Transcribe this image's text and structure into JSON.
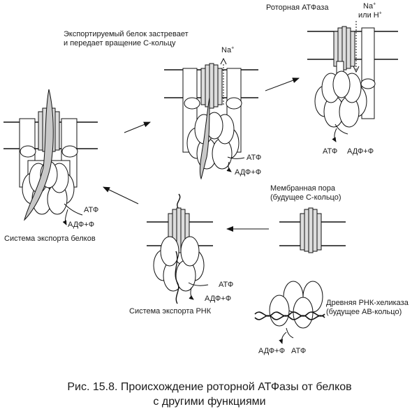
{
  "labels": {
    "rotary_atpase": "Роторная АТФаза",
    "na_top": "Na",
    "na_top_sup": "+",
    "or_h": "или H",
    "or_h_sup": "+",
    "export_stuck_line1": "Экспортируемый белок застревает",
    "export_stuck_line2": "и передает вращение С-кольцу",
    "na_mid": "Na",
    "na_mid_sup": "+",
    "atp_mid": "АТФ",
    "adp_mid": "АДФ+Ф",
    "atp_right": "АТФ",
    "adp_right": "АДФ+Ф",
    "atp_left": "АТФ",
    "adp_left": "АДФ+Ф",
    "protein_export_system": "Система экспорта белков",
    "membrane_pore_line1": "Мембранная пора",
    "membrane_pore_line2": "(будущее С-кольцо)",
    "atp_rna": "АТФ",
    "adp_rna": "АДФ+Ф",
    "rna_export_system": "Система экспорта РНК",
    "helicase_line1": "Древняя РНК-хеликаза",
    "helicase_line2": "(будущее АВ-кольцо)",
    "adp_helicase": "АДФ+Ф",
    "atp_helicase": "АТФ"
  },
  "caption": {
    "figure_number": "Рис. 15.8.",
    "line1": "Происхождение роторной АТФазы от белков",
    "line2": "с другими функциями"
  }
}
